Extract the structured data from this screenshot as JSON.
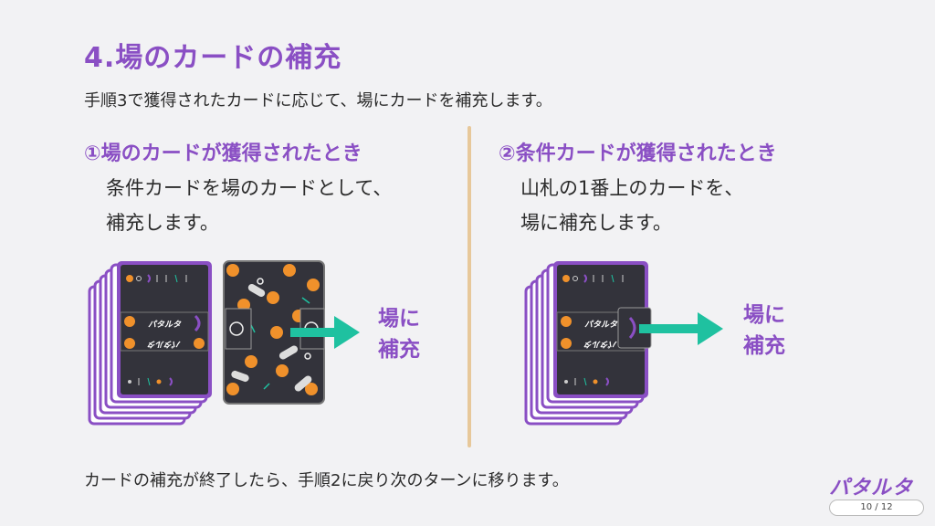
{
  "title": "4.場のカードの補充",
  "subtitle": "手順3で獲得されたカードに応じて、場にカードを補充します。",
  "left": {
    "heading": "①場のカードが獲得されたとき",
    "line1": "条件カードを場のカードとして、",
    "line2": "補充します。",
    "label_line1": "場に",
    "label_line2": "補充"
  },
  "right": {
    "heading": "②条件カードが獲得されたとき",
    "line1": "山札の1番上のカードを、",
    "line2": "場に補充します。",
    "label_line1": "場に",
    "label_line2": "補充"
  },
  "footer": "カードの補充が終了したら、手順2に戻り次のターンに移ります。",
  "logo": "パタルタ",
  "page": "10 / 12",
  "colors": {
    "accent": "#8a4fc4",
    "card_dark": "#33333b",
    "card_border": "#8a4fc4",
    "arrow": "#1fc1a0",
    "divider": "#e7c89a",
    "orange": "#f0912b"
  }
}
